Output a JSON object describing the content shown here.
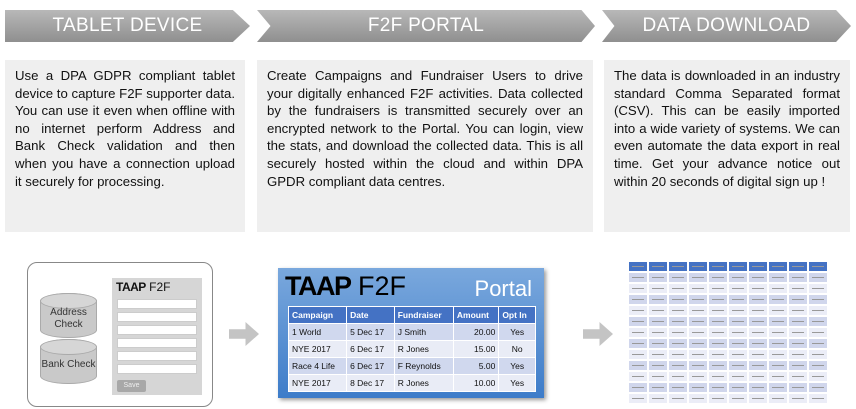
{
  "steps": [
    {
      "title": "TABLET DEVICE",
      "text": "Use a DPA GDPR compliant tablet device to capture F2F supporter data. You can use it even when offline with no internet perform Address and Bank Check validation and then when you have a connection upload it securely for processing."
    },
    {
      "title": "F2F PORTAL",
      "text": "Create Campaigns and Fundraiser Users to drive your digitally enhanced F2F activities. Data collected by the fundraisers is transmitted securely over an encrypted network to the Portal. You can login, view the stats, and download the collected data. This is all securely hosted within the cloud and within DPA GPDR compliant data centres."
    },
    {
      "title": "DATA DOWNLOAD",
      "text": "The data is downloaded in an industry standard Comma Separated format (CSV). This can be easily imported into a wide variety of systems. We can even automate the data export in real time. Get your advance notice out within 20 seconds of digital sign up !"
    }
  ],
  "tablet": {
    "checks": [
      "Address Check",
      "Bank Check"
    ],
    "logo_bold": "TAAP",
    "logo_rest": " F2F",
    "save": "Save"
  },
  "portal": {
    "logo_bold": "TAAP",
    "logo_rest": " F2F",
    "title": "Portal",
    "headers": [
      "Campaign",
      "Date",
      "Fundraiser",
      "Amount",
      "Opt In"
    ],
    "rows": [
      [
        "1 World",
        "5 Dec 17",
        "J Smith",
        "20.00",
        "Yes"
      ],
      [
        "NYE 2017",
        "6 Dec 17",
        "R Jones",
        "15.00",
        "No"
      ],
      [
        "Race 4 Life",
        "6 Dec 17",
        "F Reynolds",
        "5.00",
        "Yes"
      ],
      [
        "NYE 2017",
        "8 Dec 17",
        "R Jones",
        "10.00",
        "Yes"
      ]
    ]
  },
  "csv": {
    "columns": 10,
    "rows": 13
  },
  "colors": {
    "accent": "#4472c4",
    "chevron": "#a0a0a0"
  }
}
